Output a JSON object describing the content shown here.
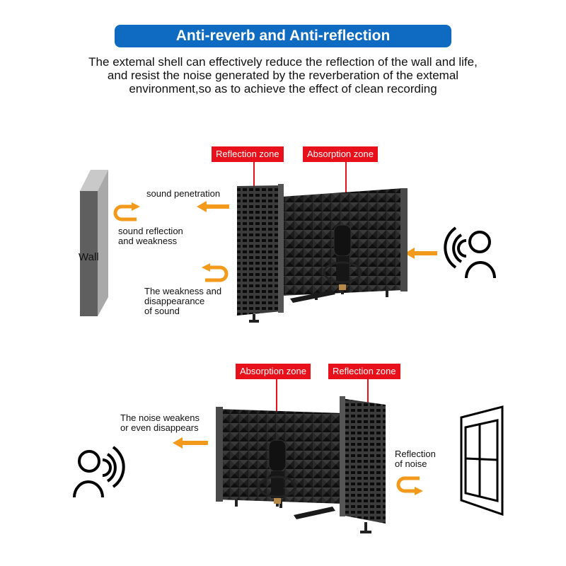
{
  "header": {
    "title": "Anti-reverb and Anti-reflection",
    "description": [
      "The extemal shell can effectively reduce the reflection of the wall and life,",
      "and resist the noise generated by the reverberation of the extemal",
      "environment,so as to achieve the effect of clean recording"
    ]
  },
  "colors": {
    "title_bar": "#0f6bc1",
    "zone_tag": "#e8101a",
    "arrow": "#f39a1c",
    "foam": "#2a2a2a"
  },
  "top_diagram": {
    "zone_tags": [
      "Reflection zone",
      "Absorption zone"
    ],
    "wall_label": "Wall",
    "labels": {
      "penetration": "sound penetration",
      "reflection": [
        "sound reflection",
        "and weakness"
      ],
      "weakness": [
        "The weakness and",
        "disappearance",
        "of sound"
      ]
    },
    "icons": [
      "wall",
      "sound-shield",
      "microphone",
      "person-speaking"
    ]
  },
  "bottom_diagram": {
    "zone_tags": [
      "Absorption zone",
      "Reflection zone"
    ],
    "labels": {
      "noise": [
        "The noise weakens",
        "or even disappears"
      ],
      "reflection": [
        "Reflection",
        "of noise"
      ]
    },
    "icons": [
      "person-speaking",
      "sound-shield",
      "microphone",
      "window"
    ]
  }
}
